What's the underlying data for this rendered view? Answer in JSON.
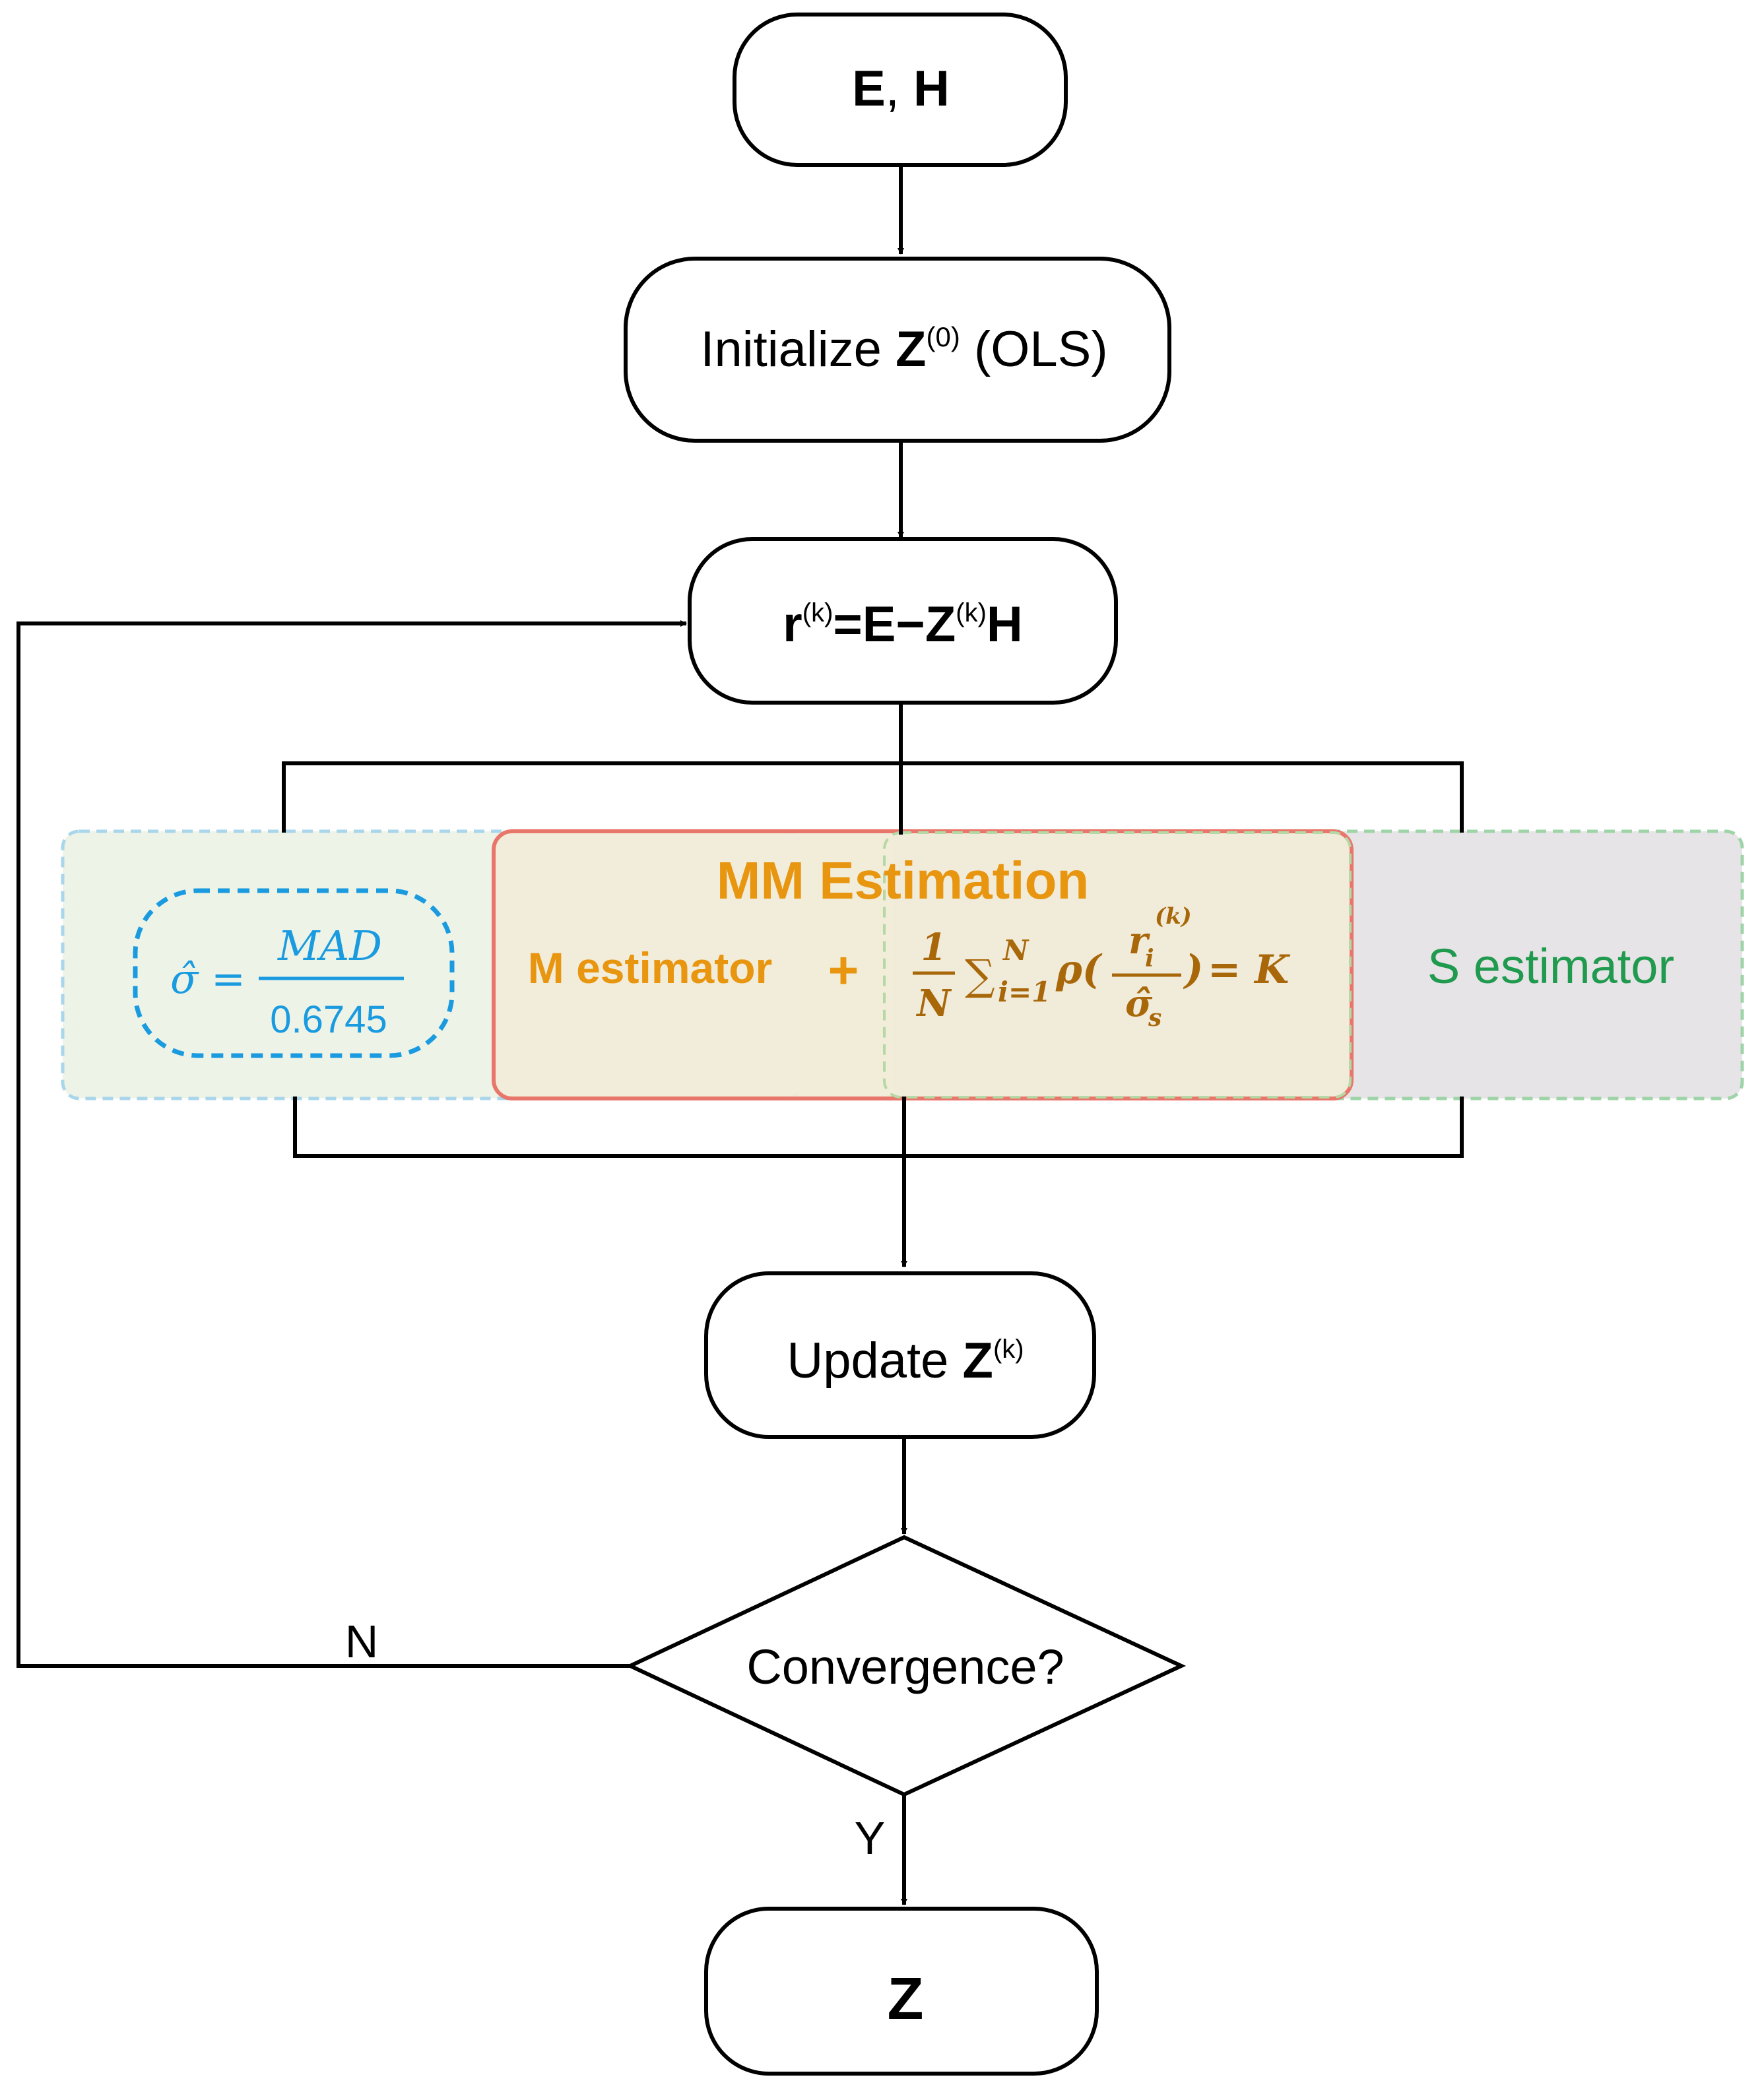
{
  "nodes": {
    "input": {
      "text": "E",
      "sep": ", ",
      "text2": "H"
    },
    "init": {
      "prefix": "Initialize ",
      "var": "Z",
      "sup": "(0)",
      "suffix": " (OLS)"
    },
    "residual": {
      "r": "r",
      "k1": "(k)",
      "mid": "=E−Z",
      "k2": "(k)",
      "end": "H"
    },
    "update": {
      "prefix": "Update  ",
      "var": "Z",
      "sup": "(k)"
    },
    "decision": {
      "text": "Convergence?"
    },
    "output": {
      "text": "Z"
    }
  },
  "edges": {
    "no_label": "N",
    "yes_label": "Y"
  },
  "mm_panel": {
    "title": "MM Estimation",
    "m_estimator": "M estimator",
    "plus": "+",
    "s_estimator": "S estimator",
    "sigma_formula": {
      "lhs": "σ̂ =",
      "numerator": "MAD",
      "denominator": "0.6745"
    },
    "s_formula": {
      "one": "1",
      "N": "N",
      "sum": "∑",
      "upper": "N",
      "lower": "i=1",
      "rho": "ρ(",
      "r": "r",
      "r_sub": "i",
      "r_sup": "(k)",
      "sigma": "σ̂",
      "sigma_sub": "s",
      "close": ")",
      "eq": "= K"
    }
  },
  "colors": {
    "stroke": "#000000",
    "mm_orange": "#e8950f",
    "mm_border": "#e8766a",
    "blue": "#1a9be0",
    "green": "#1f9a4e",
    "formula_brown": "#a8680a"
  }
}
